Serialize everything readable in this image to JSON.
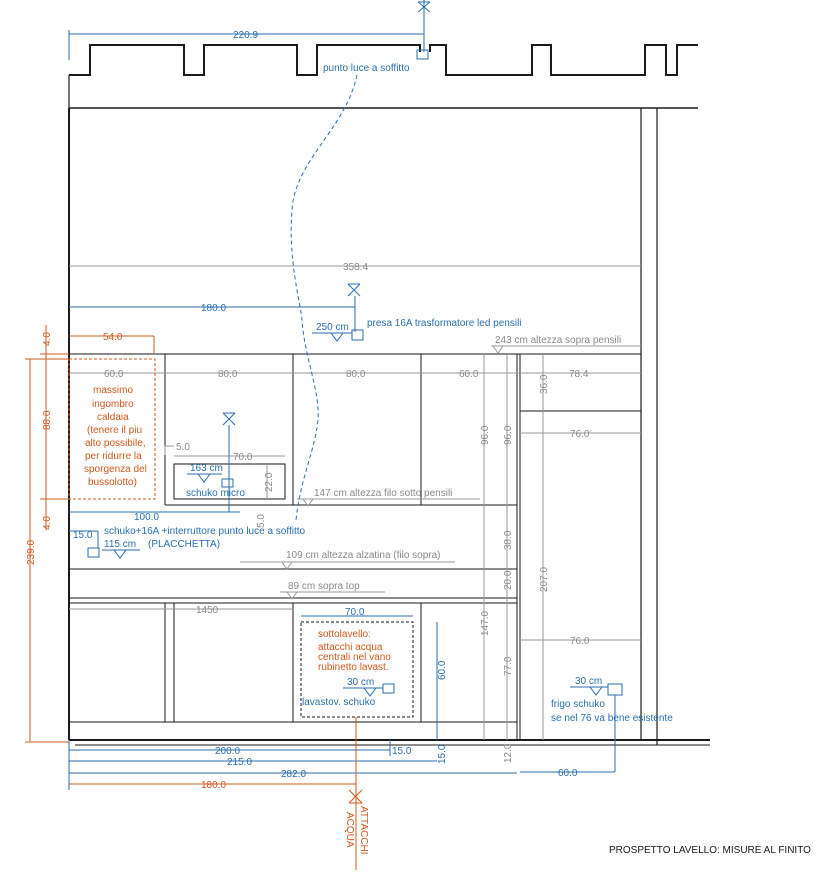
{
  "title": "PROSPETTO LAVELLO: MISURE AL FINITO",
  "colors": {
    "structure": "#1a1a1a",
    "dimension": "#8a8a8a",
    "electric": "#2a6fb0",
    "water": "#d2581c"
  },
  "dims": {
    "top_width": "220.9",
    "total_width": "358.4",
    "d180_upper": "180.0",
    "d54": "54.0",
    "d60_left": "60.0",
    "d80_a": "80.0",
    "d80_b": "80.0",
    "d60_right": "60.0",
    "d78": "78.4",
    "d5_micro": "5.0",
    "d70_micro": "70.0",
    "d22": "22.0",
    "d100": "100.0",
    "d5_side": "5.0",
    "d15_left": "15.0",
    "d76_upper": "76.0",
    "d76_lower": "76.0",
    "d36": "36.0",
    "d96_a": "96.0",
    "d96_b": "96.0",
    "d38": "38.0",
    "d20": "20.0",
    "d207": "207.0",
    "d147": "147.0",
    "d77": "77.0",
    "d12": "12.0",
    "d1450": "1450",
    "d70_sink": "70.0",
    "d60_sink": "60.0",
    "d15_mid": "15.0",
    "d15_vert": "15.0",
    "d200": "200.0",
    "d215": "215.0",
    "d282": "282.0",
    "d180_lower": "180.0",
    "d60_bottom": "60.0",
    "d4_top": "4.0",
    "d88": "88.0",
    "d4_bottom": "4.0",
    "d239": "239.0"
  },
  "heights": {
    "h243": "243 cm altezza sopra pensili",
    "h147": "147 cm altezza filo sotto pensili",
    "h109": "109 cm altezza alzatina (filo sopra)",
    "h89": "89 cm sopra top"
  },
  "electric": {
    "ceiling_light": "punto luce a soffitto",
    "socket_250": "250 cm",
    "socket_250_label": "presa 16A trasformatore led pensili",
    "socket_163": "163 cm",
    "socket_163_label": "schuko micro",
    "switch_label": "schuko+16A +interruttore punto luce a soffitto",
    "switch_115": "115 cm",
    "switch_115_note": "(PLACCHETTA)",
    "dish_30": "30 cm",
    "dish_label": "lavastov. schuko",
    "fridge_30": "30 cm",
    "fridge_label_1": "frigo schuko",
    "fridge_label_2": "se nel 76 va bene esistente"
  },
  "water": {
    "boiler_lines": [
      "massimo",
      "ingombro",
      "caldaia",
      "(tenere il piu",
      "alto possibile,",
      "per ridurre la",
      "sporgenza del",
      "bussolotto)"
    ],
    "sink_lines": [
      "sottolavello:",
      "attacchi acqua",
      "centrali nel vano",
      "rubinetto lavast."
    ],
    "water_inlet_1": "ATTACCHI",
    "water_inlet_2": "ACQUA"
  }
}
